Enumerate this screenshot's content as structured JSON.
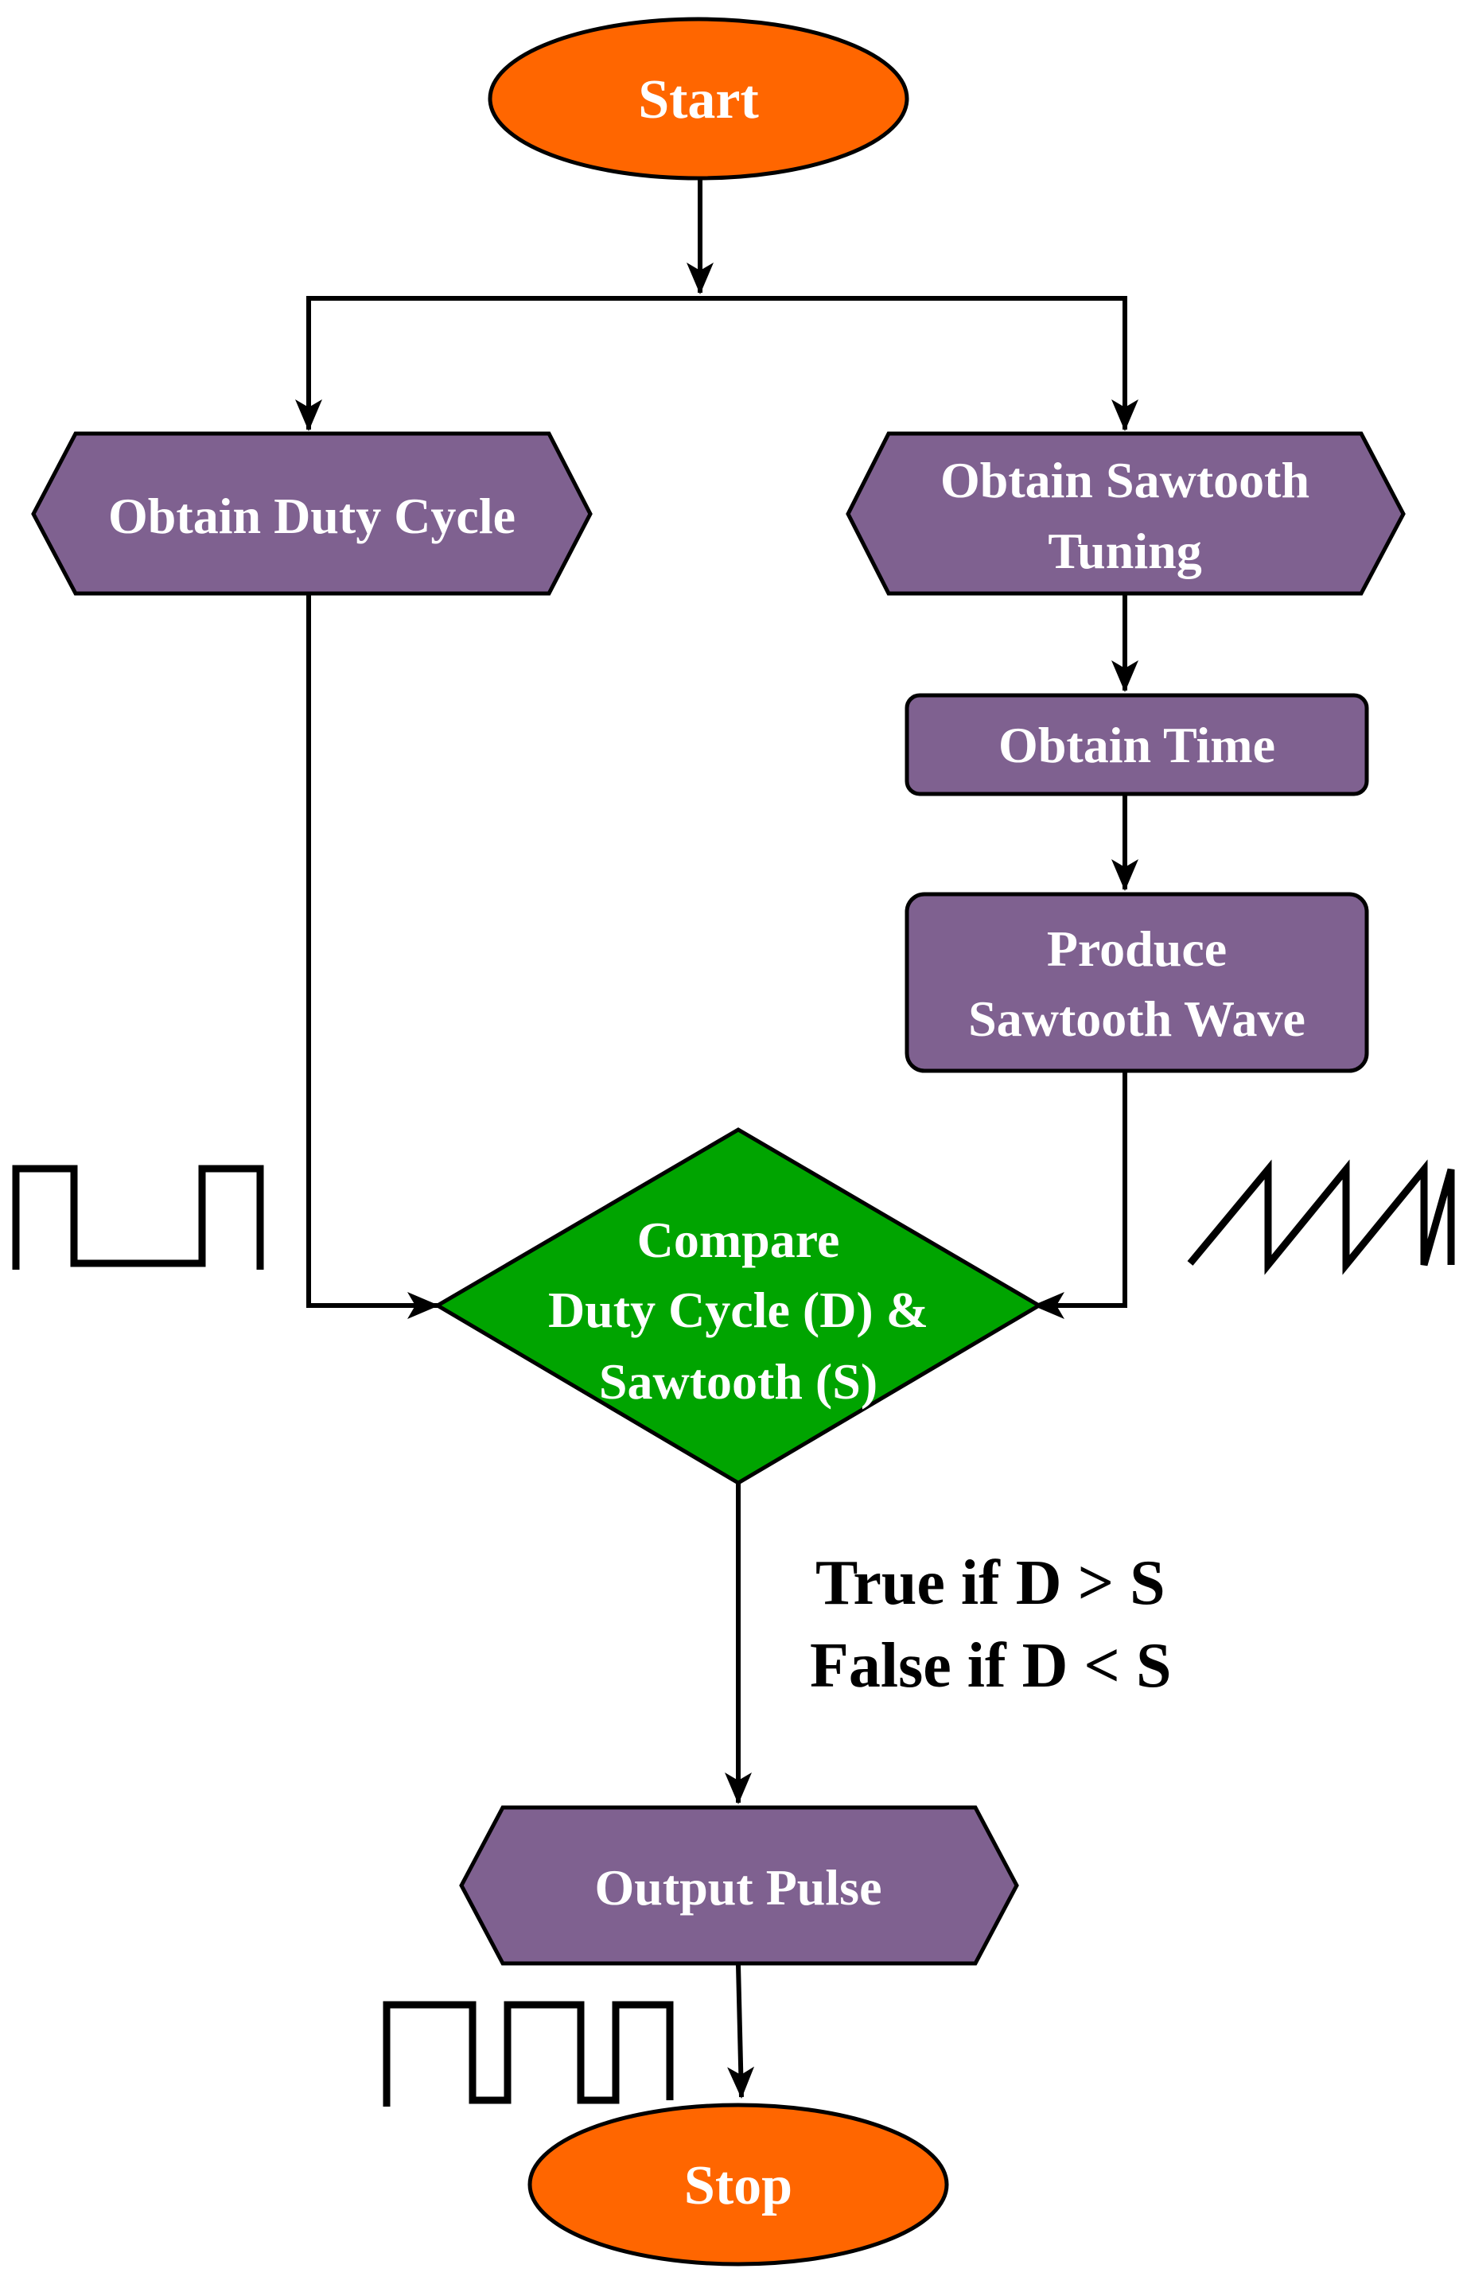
{
  "nodes": {
    "start": {
      "label": "Start"
    },
    "duty": {
      "label": "Obtain Duty Cycle"
    },
    "sawtooth_tuning": {
      "line1": "Obtain Sawtooth",
      "line2": "Tuning"
    },
    "time": {
      "label": "Obtain Time"
    },
    "produce": {
      "line1": "Produce",
      "line2": "Sawtooth Wave"
    },
    "compare": {
      "line1": "Compare",
      "line2": "Duty Cycle (D) &",
      "line3": "Sawtooth (S)"
    },
    "output": {
      "label": "Output Pulse"
    },
    "stop": {
      "label": "Stop"
    }
  },
  "condition": {
    "line1": "True if D > S",
    "line2": "False if D < S"
  },
  "colors": {
    "terminal_fill": "#ff6600",
    "process_fill": "#7f6190",
    "decision_fill": "#00a400",
    "outline": "#000000"
  },
  "icons": [
    "square-wave-icon",
    "sawtooth-wave-icon",
    "pwm-pulse-wave-icon"
  ]
}
